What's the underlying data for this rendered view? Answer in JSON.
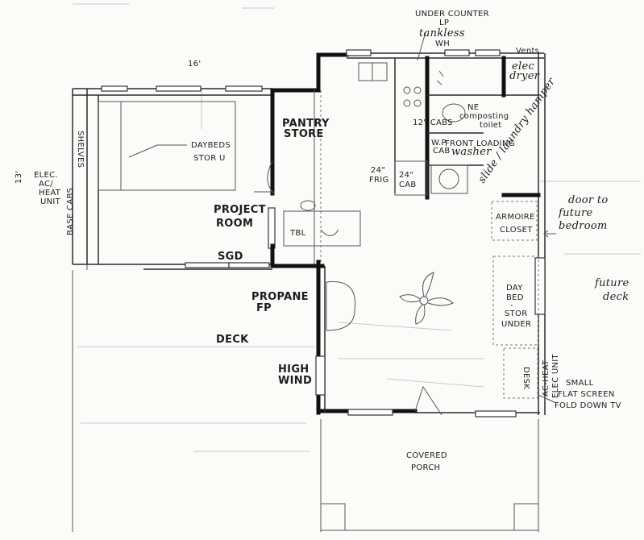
{
  "labels": {
    "dim_width": "16'",
    "dim_depth": "13'",
    "under_counter_1": "UNDER COUNTER",
    "under_counter_2": "LP",
    "under_counter_3": "tankless",
    "under_counter_4": "WH",
    "vents": "Vents",
    "elec_dryer_1": "elec",
    "elec_dryer_2": "dryer",
    "toilet_1": "NE",
    "toilet_2": "composting",
    "toilet_3": "toilet",
    "front_loading_1": "FRONT LOADING",
    "front_loading_2": "washer",
    "pantry_1": "PANTRY",
    "pantry_2": "STORE",
    "cabs_12": "12\" CABS",
    "wp_cab_1": "W.P",
    "wp_cab_2": "CAB",
    "frig_1": "24\"",
    "frig_2": "FRIG",
    "cab24_1": "24\"",
    "cab24_2": "CAB",
    "daybeds_1": "DAYBEDS",
    "daybeds_2": "STOR U",
    "shelves": "SHELVES",
    "base_cabs": "BASE CABS",
    "ac_heat_unit_1": "ELEC.",
    "ac_heat_unit_2": "AC/",
    "ac_heat_unit_3": "HEAT",
    "ac_heat_unit_4": "UNIT",
    "project_room_1": "PROJECT",
    "project_room_2": "ROOM",
    "tbl": "TBL",
    "sgd": "SGD",
    "door_future_1": "door to",
    "door_future_2": "future",
    "door_future_3": "bedroom",
    "armoire_1": "ARMOIRE",
    "armoire_2": "CLOSET",
    "propane_1": "PROPANE",
    "propane_2": "FP",
    "deck": "DECK",
    "high_wind_1": "HIGH",
    "high_wind_2": "WIND",
    "daybed_right_1": "DAY",
    "daybed_right_2": "BED",
    "daybed_right_3": "-",
    "daybed_right_4": "STOR",
    "daybed_right_5": "UNDER",
    "future_deck_1": "future",
    "future_deck_2": "deck",
    "ac_heat_right_1": "AC-HEAT",
    "ac_heat_right_2": "ELEC UNIT",
    "desk": "DESK",
    "small_tv_1": "SMALL",
    "small_tv_2": "FLAT SCREEN",
    "small_tv_3": "FOLD DOWN TV",
    "covered_1": "COVERED",
    "covered_2": "PORCH",
    "laundry_hamper": "slide / laundry hamper"
  }
}
